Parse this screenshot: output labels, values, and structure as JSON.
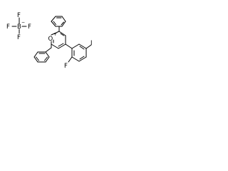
{
  "molecule": {
    "anion": {
      "boron": "B",
      "fluorine": "F",
      "charge": "−"
    },
    "ring_oxygen": "O",
    "oxygen_charge": "+",
    "aryl_fluorine": "F",
    "aryl_iodine": "I"
  }
}
